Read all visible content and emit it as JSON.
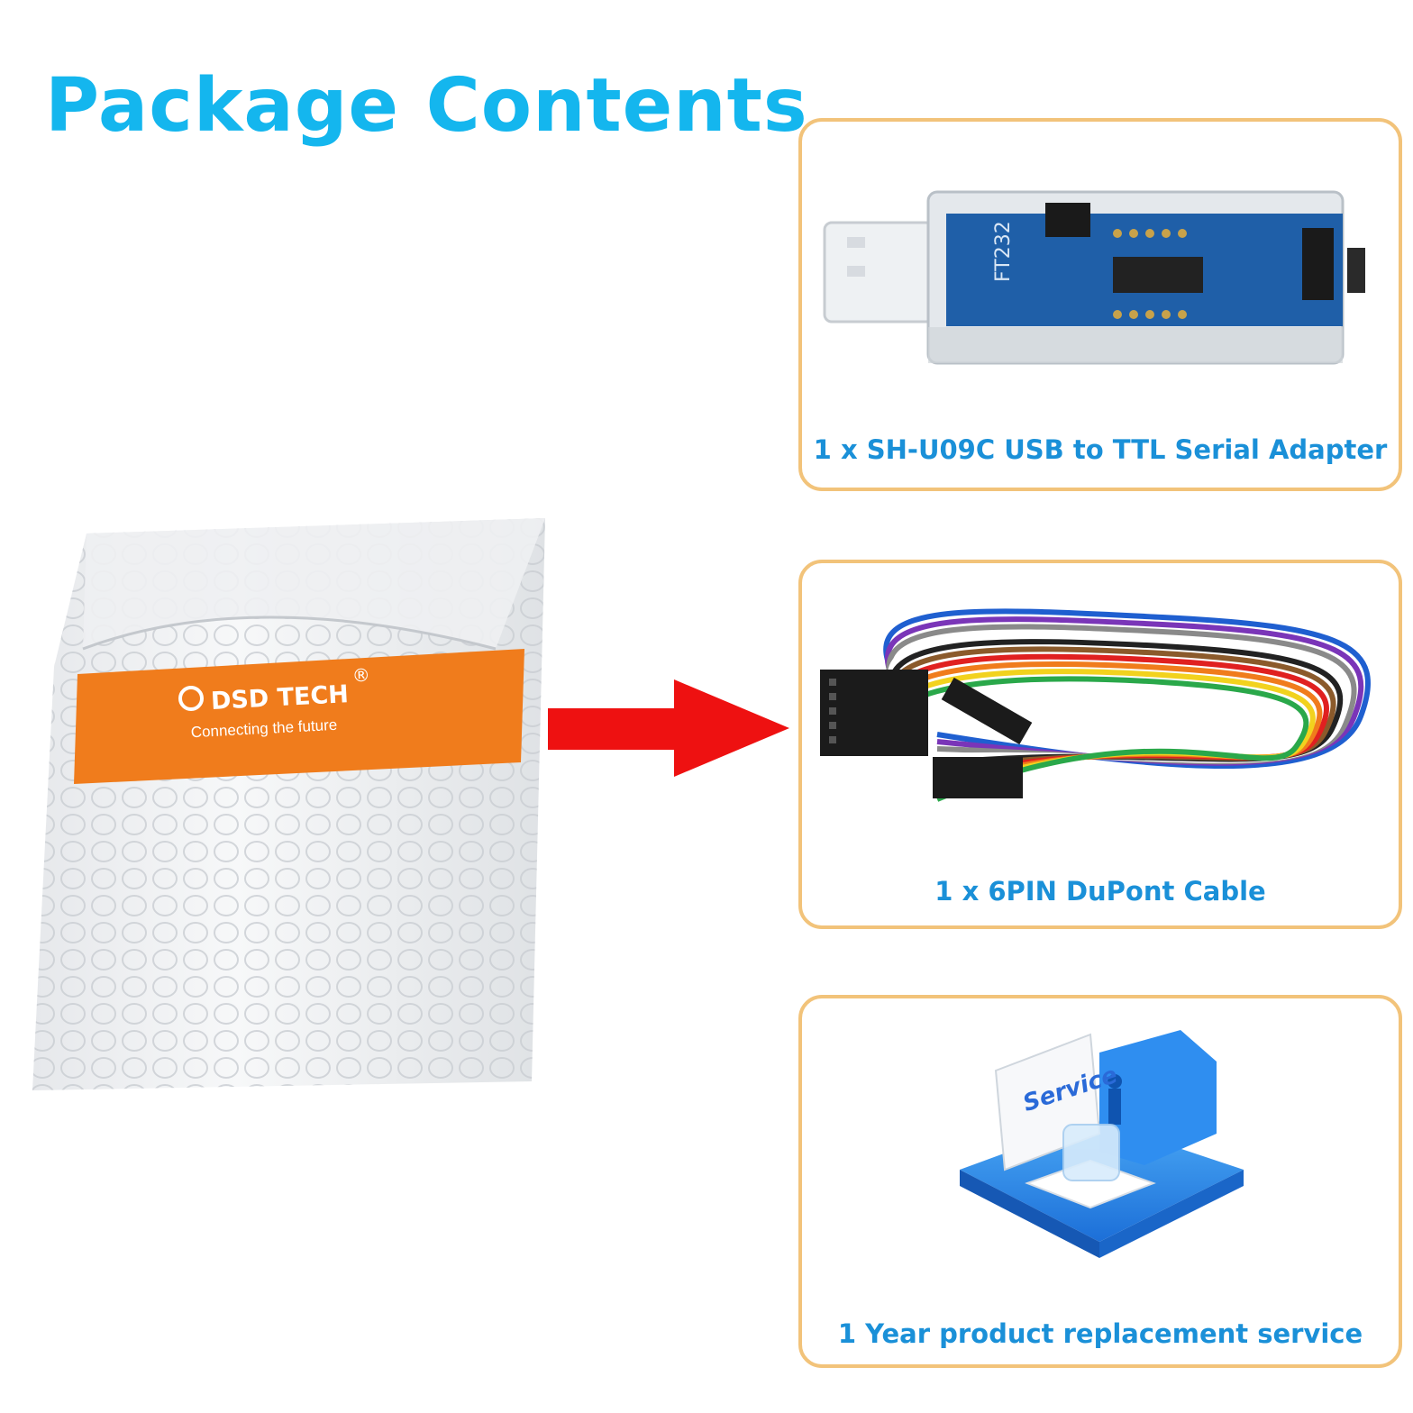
{
  "page_title": "Package Contents",
  "items": [
    {
      "caption": "1 x  SH-U09C USB to TTL Serial Adapter",
      "icon": "usb-serial-adapter-icon"
    },
    {
      "caption": "1 x 6PIN DuPont Cable",
      "icon": "dupont-cable-icon"
    },
    {
      "caption": "1 Year  product replacement service",
      "icon": "service-icon"
    }
  ],
  "package": {
    "brand": "DSD TECH",
    "registered_mark": "®",
    "tagline": "Connecting the future",
    "board_label": "FT232",
    "service_label": "Service"
  },
  "colors": {
    "title": "#14b6ee",
    "caption": "#1a90d8",
    "card_border": "#f2c37a",
    "arrow": "#ee1111",
    "bag_band": "#f07c1c"
  }
}
